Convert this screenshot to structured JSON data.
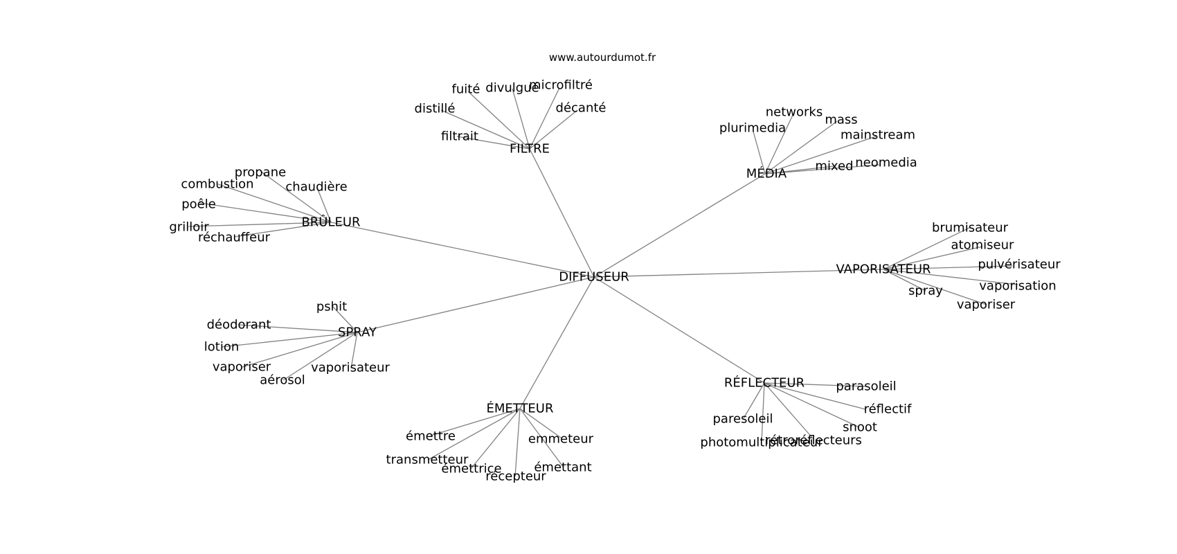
{
  "source_text": "www.autourdumot.fr",
  "center": "DIFFUSEUR",
  "clusters": [
    {
      "hub": "FILTRE",
      "words": [
        "filtrait",
        "distillé",
        "fuité",
        "divulgué",
        "microfiltré",
        "décanté"
      ]
    },
    {
      "hub": "MÉDIA",
      "words": [
        "plurimedia",
        "networks",
        "mass",
        "mainstream",
        "mixed",
        "neomedia"
      ]
    },
    {
      "hub": "BRÛLEUR",
      "words": [
        "propane",
        "combustion",
        "chaudière",
        "poêle",
        "grilloir",
        "réchauffeur"
      ]
    },
    {
      "hub": "VAPORISATEUR",
      "words": [
        "brumisateur",
        "atomiseur",
        "pulvérisateur",
        "vaporisation",
        "spray",
        "vaporiser"
      ]
    },
    {
      "hub": "SPRAY",
      "words": [
        "pshit",
        "déodorant",
        "lotion",
        "vaporiser",
        "aérosol",
        "vaporisateur"
      ]
    },
    {
      "hub": "RÉFLECTEUR",
      "words": [
        "parasoleil",
        "réflectif",
        "snoot",
        "rétroréflecteurs",
        "photomultiplicateur",
        "paresoleil"
      ]
    },
    {
      "hub": "ÉMETTEUR",
      "words": [
        "émettre",
        "transmetteur",
        "émettrice",
        "récepteur",
        "émettant",
        "emmeteur"
      ]
    }
  ]
}
